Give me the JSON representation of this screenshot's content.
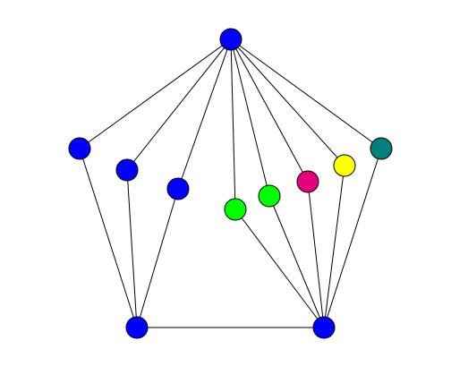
{
  "graph": {
    "nodes": [
      {
        "id": "top",
        "color": "#0000ff"
      },
      {
        "id": "left-outer",
        "color": "#0000ff"
      },
      {
        "id": "left-mid",
        "color": "#0000ff"
      },
      {
        "id": "left-inner",
        "color": "#0000ff"
      },
      {
        "id": "green-1",
        "color": "#00ff00"
      },
      {
        "id": "green-2",
        "color": "#00ff00"
      },
      {
        "id": "magenta",
        "color": "#e6007e"
      },
      {
        "id": "yellow",
        "color": "#ffff00"
      },
      {
        "id": "teal",
        "color": "#007f7f"
      },
      {
        "id": "bottom-left",
        "color": "#0000ff"
      },
      {
        "id": "bottom-right",
        "color": "#0000ff"
      }
    ],
    "edges": [
      [
        "top",
        "left-outer"
      ],
      [
        "top",
        "left-mid"
      ],
      [
        "top",
        "left-inner"
      ],
      [
        "top",
        "green-1"
      ],
      [
        "top",
        "green-2"
      ],
      [
        "top",
        "magenta"
      ],
      [
        "top",
        "yellow"
      ],
      [
        "top",
        "teal"
      ],
      [
        "left-outer",
        "bottom-left"
      ],
      [
        "left-mid",
        "bottom-left"
      ],
      [
        "left-inner",
        "bottom-left"
      ],
      [
        "bottom-left",
        "bottom-right"
      ],
      [
        "green-1",
        "bottom-right"
      ],
      [
        "green-2",
        "bottom-right"
      ],
      [
        "magenta",
        "bottom-right"
      ],
      [
        "yellow",
        "bottom-right"
      ],
      [
        "teal",
        "bottom-right"
      ]
    ]
  }
}
